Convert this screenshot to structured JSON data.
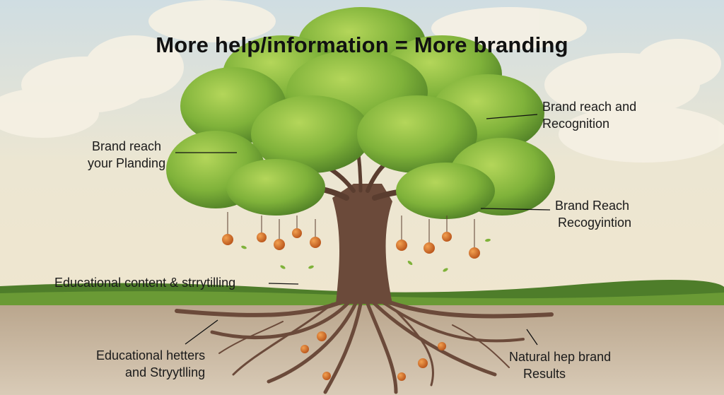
{
  "title": "More help/information = More branding",
  "labels": {
    "top_right": {
      "line1": "Brand reach and",
      "line2": "Recognition"
    },
    "left": {
      "line1": "Brand reach",
      "line2": "your Planding"
    },
    "mid_right": {
      "line1": "Brand Reach",
      "line2": "Recogyintion"
    },
    "educational": "Educational content & strrytilling",
    "bottom_left": {
      "line1": "Educational hetters",
      "line2": "and Stryytlling"
    },
    "bottom_right": {
      "line1": "Natural hep brand",
      "line2": "Results"
    }
  },
  "colors": {
    "sky": "#e9e3cf",
    "foliage": "#7fb23a",
    "trunk": "#6b4a3a",
    "grass": "#4e7d2a",
    "soil": "#cbb9a2",
    "fruit": "#d2691e"
  }
}
